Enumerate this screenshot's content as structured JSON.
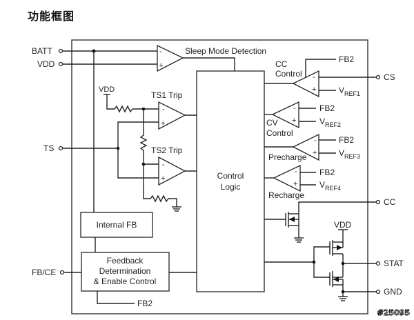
{
  "title": "功能框图",
  "watermark": "#25095",
  "pins": {
    "batt": "BATT",
    "vdd": "VDD",
    "ts": "TS",
    "fb_ce": "FB/CE",
    "cs": "CS",
    "cc": "CC",
    "stat": "STAT",
    "gnd": "GND"
  },
  "blocks": {
    "sleep_mode": "Sleep Mode Detection",
    "control_logic_1": "Control",
    "control_logic_2": "Logic",
    "internal_fb": "Internal FB",
    "feedback_1": "Feedback",
    "feedback_2": "Determination",
    "feedback_3": "& Enable Control"
  },
  "comparators": {
    "ts1": "TS1 Trip",
    "ts2": "TS2 Trip",
    "cc_control_1": "CC",
    "cc_control_2": "Control",
    "cv_control_1": "CV",
    "cv_control_2": "Control",
    "precharge": "Precharge",
    "recharge": "Recharge",
    "minus": "-",
    "plus": "+"
  },
  "signals": {
    "fb2": "FB2",
    "vdd": "VDD",
    "v": "V",
    "ref1": "REF1",
    "ref2": "REF2",
    "ref3": "REF3",
    "ref4": "REF4"
  }
}
